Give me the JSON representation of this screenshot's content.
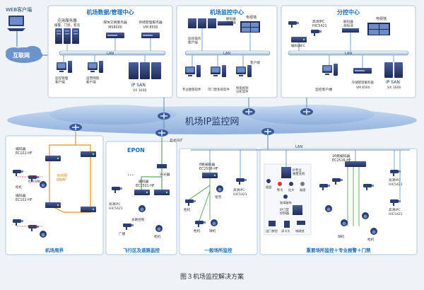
{
  "colors": {
    "accent": "#1a6bb3",
    "panel_bg": "#ffffff",
    "outer_bg": "#eef3f8",
    "lan_line": "#5a87b6",
    "cloud": "#9fbce2",
    "fiber": "#f0a040",
    "device": "#2c3e6e"
  },
  "internet": {
    "web_client": "WEB客户端",
    "cloud_label": "互联网"
  },
  "datacenter": {
    "title": "机场数据/管理中心",
    "lan": "LAN",
    "app_server": "应用服务器",
    "app_server_sub": "报警、门禁、客流",
    "media_server": "媒体交换服务器",
    "media_server_model": "MS8000",
    "storage_server": "存储管理服务器",
    "storage_server_model": "VM 8500",
    "monitor_client": "监控管理\n客户端",
    "ops_client": "运营网管\n客户端",
    "ipsan": "IP SAN",
    "ipsan_model": "VX 1600"
  },
  "monitorcenter": {
    "title": "机场监控中心",
    "lan": "LAN",
    "decoder": "解码器\n高标清",
    "tvwall": "电视墙",
    "operator_client": "监控操作\n客户端",
    "keyboard": "专业键盘软件",
    "alarm_sw": "可门禁系统软件",
    "video_sw": "智能视频\n分析软件",
    "pc_label": "客户端"
  },
  "subcenter": {
    "title": "分控中心",
    "hd_ipc": "高清IPC",
    "hd_ipc_model": "HIC5421",
    "decoder": "解码器\n高标清",
    "tvwall": "电视墙",
    "encoder": "编码器EC",
    "lan": "LAN",
    "monitor_client": "监控客户端",
    "storage_server": "存储管理服务器",
    "storage_server_model": "VM 8500",
    "ipsan": "IP SAN",
    "ipsan_model": "VX 1600"
  },
  "network": {
    "label": "机场IP监控网"
  },
  "perimeter": {
    "encoder1": "编码器",
    "encoder1_model": "EC102-HF",
    "encoder2": "编码器",
    "encoder2_model": "EC102-HF",
    "ring": "光纤网\nRRPP",
    "camera": "枪机",
    "infra": "红外对射",
    "caption": "机场周界"
  },
  "runway": {
    "epon": "EPON",
    "olt": "蓝式OLT",
    "splitter": "分光器",
    "encoder": "编码器",
    "encoder_model": "EC1501-HF",
    "hd_ipc": "高清IPC",
    "hd_ipc_model": "HIC5421",
    "ptz": "多路控制",
    "bullet": "广播",
    "camera": "枪机",
    "ellipsis": "...",
    "caption": "飞行区及道路监控"
  },
  "general": {
    "encoder": "8路编码器",
    "encoder_model": "EC2508-HF",
    "hd_ipc": "高清IPC",
    "hd_ipc_model": "HIC5421",
    "speaker": "拾音",
    "camera1": "枪机",
    "camera2": "枪机",
    "dome": "球机",
    "caption": "一般场所监控"
  },
  "key": {
    "lan": "LAN",
    "encoder": "16路编码器",
    "encoder_model": "EC2516-HF",
    "alarm_host": "IP专业\n报警主机",
    "keyboard": "键盘",
    "probe": "红外",
    "smoke": "烟感",
    "siren": "警号",
    "glass": "玻璃破碎",
    "door_ctrl": "IP门禁\n控制器",
    "door_lock": "出门按钮",
    "card": "读卡头",
    "door_mag": "电磁锁",
    "hd_ipc": "高清IPC",
    "hd_ipc_model": "HIC5421",
    "hd_ipc2": "高清IPC",
    "hd_ipc2_model": "HIC5421",
    "dome": "球机",
    "camera": "枪机",
    "caption": "重要场所监控＋专业报警＋门禁"
  },
  "figure_caption": "图３机场监控解决方案"
}
